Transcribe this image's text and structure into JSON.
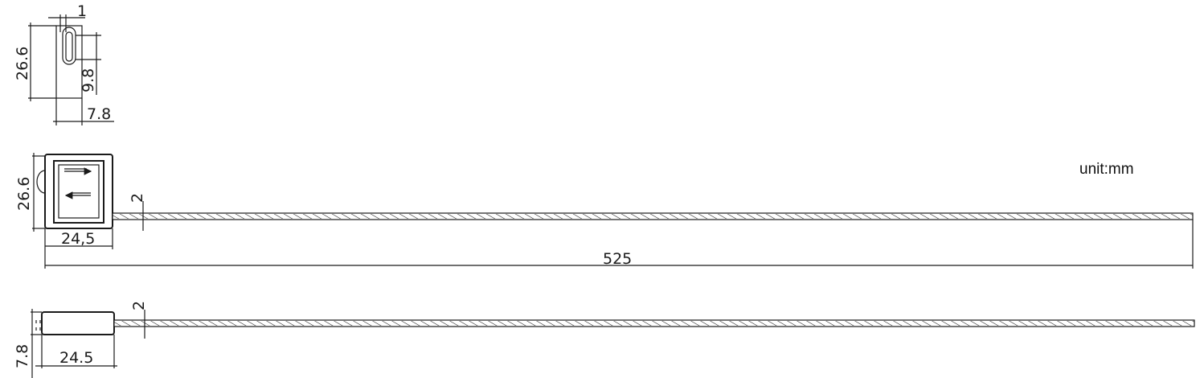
{
  "unit_label": "unit:mm",
  "top_view": {
    "dim_wire_gap": "1",
    "dim_height": "26.6",
    "dim_slot": "9.8",
    "dim_thickness": "7.8"
  },
  "front_view": {
    "dim_height": "26.6",
    "dim_width": "24,5",
    "dim_cable_diameter": "2",
    "dim_total_length": "525",
    "arrows": [
      "arrow-right",
      "arrow-left"
    ]
  },
  "side_view": {
    "dim_thickness": "7.8",
    "dim_width": "24.5",
    "dim_cable_diameter": "2"
  },
  "colors": {
    "line": "#1a1a1a",
    "background": "#ffffff"
  }
}
